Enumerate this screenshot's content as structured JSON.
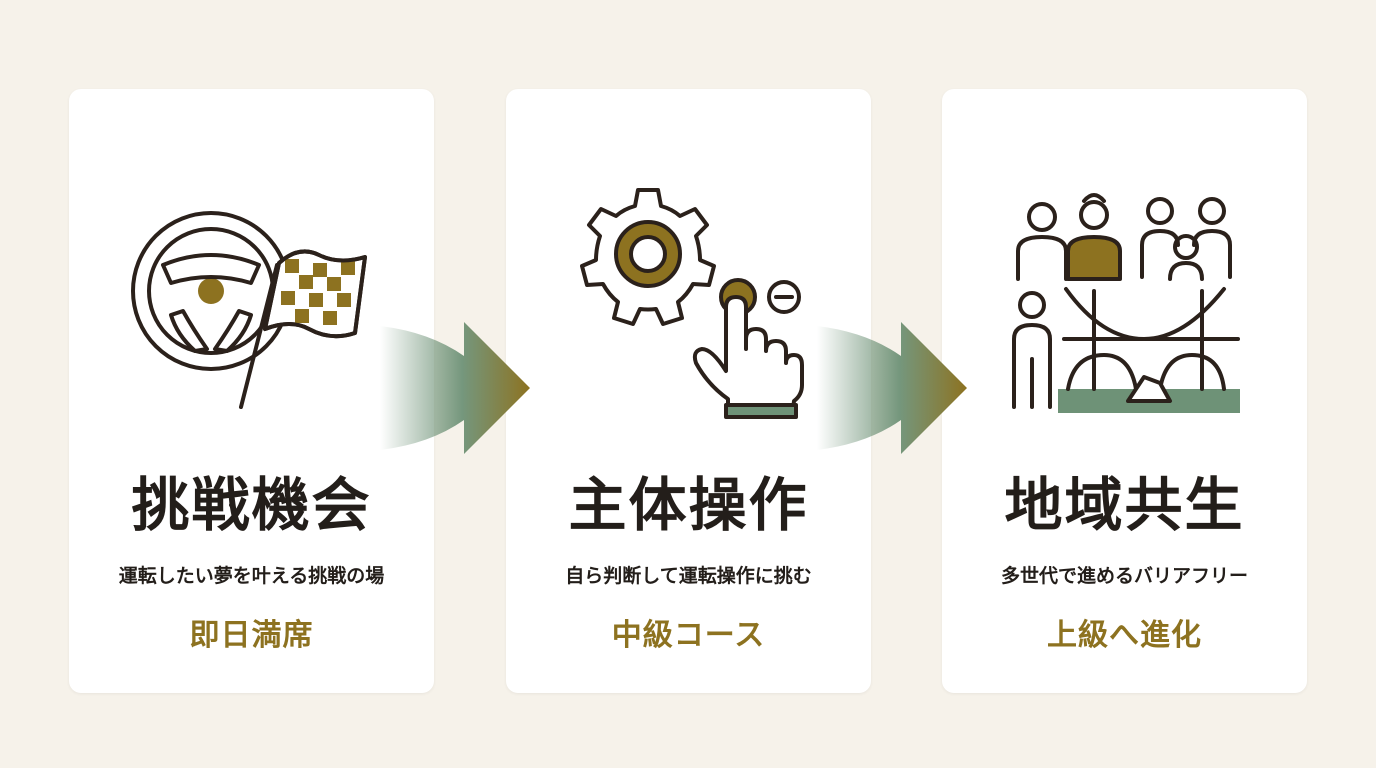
{
  "cards": [
    {
      "title": "挑戦機会",
      "subtitle": "運転したい夢を叶える挑戦の場",
      "badge": "即日満席",
      "icon": "steering-wheel-checkered-flag-icon"
    },
    {
      "title": "主体操作",
      "subtitle": "自ら判断して運転操作に挑む",
      "badge": "中級コース",
      "icon": "gear-hand-button-icon"
    },
    {
      "title": "地域共生",
      "subtitle": "多世代で進めるバリアフリー",
      "badge": "上級へ進化",
      "icon": "people-bridge-icon"
    }
  ],
  "colors": {
    "background": "#f6f2ea",
    "card": "#ffffff",
    "text": "#231e1a",
    "accent_gold": "#8d7220",
    "accent_green": "#6e9277",
    "icon_stroke": "#2b211b"
  }
}
